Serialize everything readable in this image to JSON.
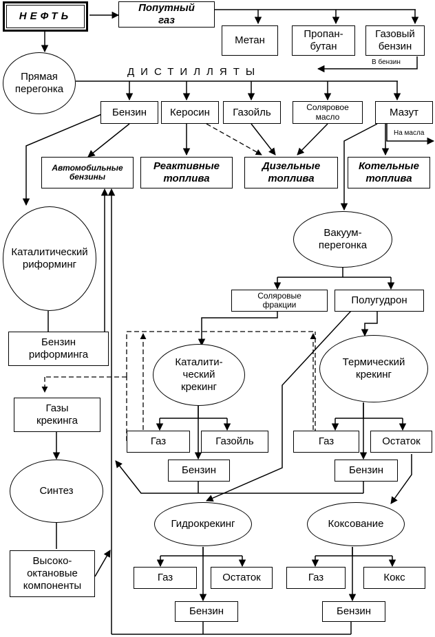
{
  "nodes": {
    "neft": "НЕФТЬ",
    "poputny_gaz": "Попутный\nгаз",
    "metan": "Метан",
    "propan_butan": "Пропан-\nбутан",
    "gazovy_benzin": "Газовый\nбензин",
    "v_benzin": "В бензин",
    "pryamaya_peregonka": "Прямая\nперегонка",
    "distillyaty": "ДИСТИЛЛЯТЫ",
    "benzin_1": "Бензин",
    "kerosin": "Керосин",
    "gazoil_1": "Газойль",
    "solyarovoe_maslo": "Соляровое\nмасло",
    "mazut": "Мазут",
    "na_masla": "На масла",
    "avto_benziny": "Автомобильные\nбензины",
    "reaktivnye_topliva": "Реактивные\nтоплива",
    "dizelnye_topliva": "Дизельные\nтоплива",
    "kotelnye_topliva": "Котельные\nтоплива",
    "katal_riforming": "Каталитический\nриформинг",
    "vakuum_peregonka": "Вакуум-\nперегонка",
    "solyarovye_frakcii": "Соляровые\nфракции",
    "polugudron": "Полугудрон",
    "benzin_riforminga": "Бензин\nриформинга",
    "katal_kreking": "Каталити-\nческий\nкрекинг",
    "termich_kreking": "Термический\nкрекинг",
    "gazy_krekinga": "Газы\nкрекинга",
    "gaz_1": "Газ",
    "gazoil_2": "Газойль",
    "gaz_2": "Газ",
    "ostatok_1": "Остаток",
    "benzin_2": "Бензин",
    "benzin_3": "Бензин",
    "sintez": "Синтез",
    "gidrokreking": "Гидрокрекинг",
    "koksovanie": "Коксование",
    "vysokooktan": "Высоко-\nоктановые\nкомпоненты",
    "gaz_3": "Газ",
    "ostatok_2": "Остаток",
    "gaz_4": "Газ",
    "koks": "Кокс",
    "benzin_4": "Бензин",
    "benzin_5": "Бензин"
  }
}
